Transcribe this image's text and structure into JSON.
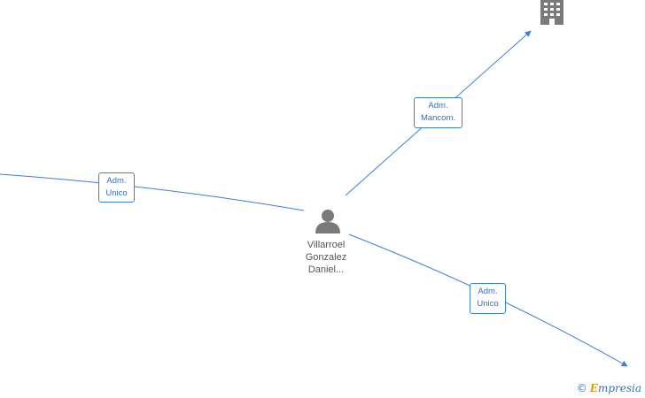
{
  "colors": {
    "edge": "#3b7fd6",
    "node": "#7a7a7a",
    "label_text": "#2f6fc6"
  },
  "person": {
    "icon": "person-icon",
    "name_lines": [
      "Villarroel",
      "Gonzalez",
      "Daniel..."
    ]
  },
  "company": {
    "icon": "building-icon"
  },
  "edges": [
    {
      "label_lines": [
        "Adm.",
        "Unico"
      ]
    },
    {
      "label_lines": [
        "Adm.",
        "Mancom."
      ]
    },
    {
      "label_lines": [
        "Adm.",
        "Unico"
      ]
    }
  ],
  "watermark": {
    "copyright": "©",
    "brand_initial": "E",
    "brand_rest": "mpresia"
  }
}
